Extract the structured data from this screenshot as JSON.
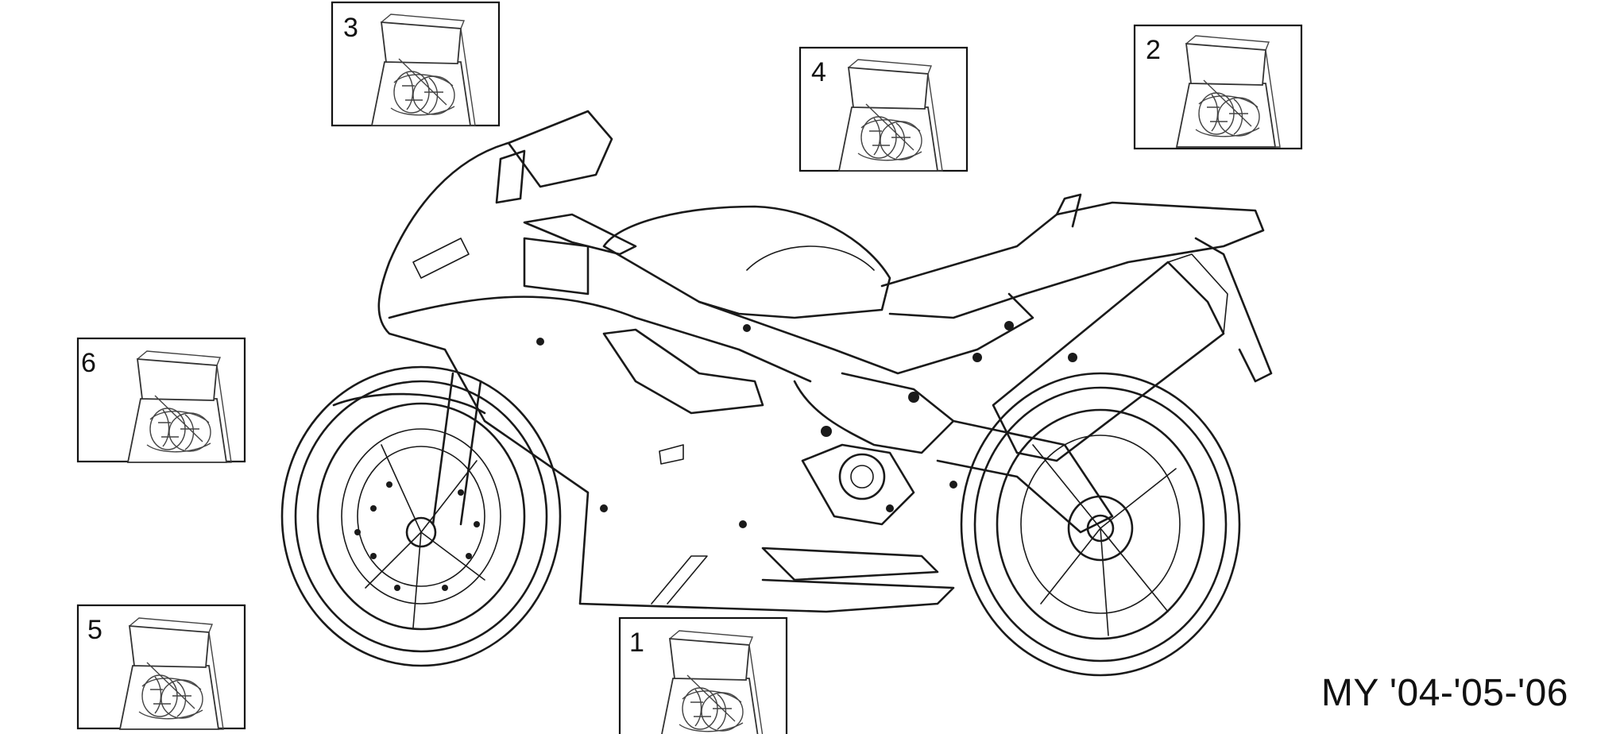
{
  "callouts": [
    {
      "number": "1",
      "item": "decal-kit"
    },
    {
      "number": "2",
      "item": "decal-kit"
    },
    {
      "number": "3",
      "item": "decal-kit"
    },
    {
      "number": "4",
      "item": "decal-kit"
    },
    {
      "number": "5",
      "item": "decal-kit"
    },
    {
      "number": "6",
      "item": "decal-kit"
    }
  ],
  "model_year": "MY '04-'05-'06"
}
